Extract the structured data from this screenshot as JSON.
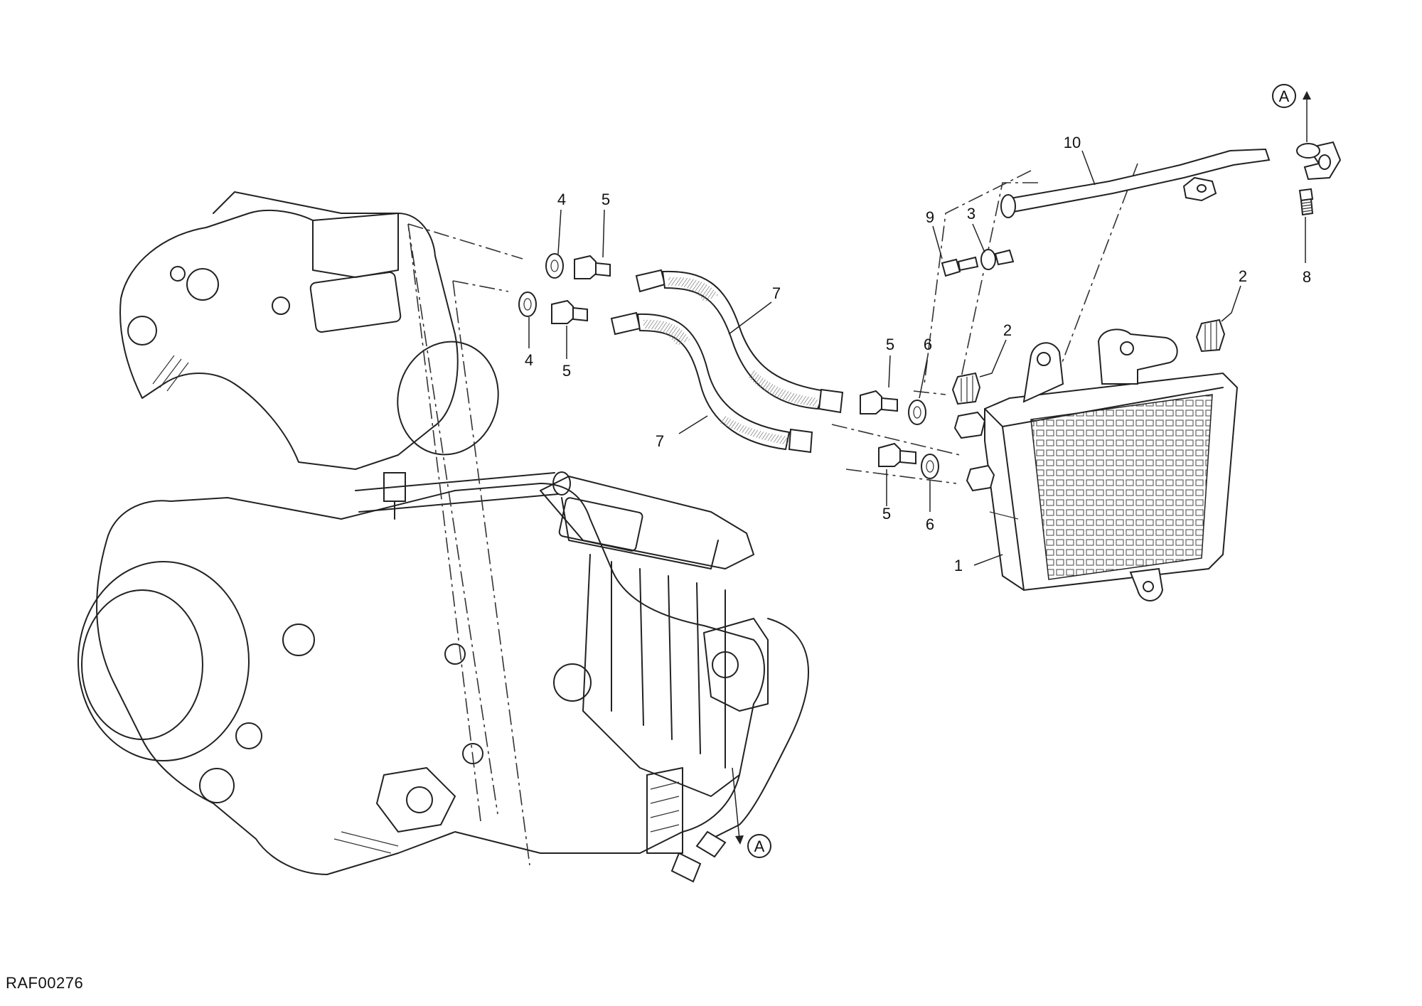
{
  "drawing": {
    "reference_code": "RAF00276",
    "connector_marks": [
      "A",
      "A"
    ],
    "callouts": [
      "1",
      "2",
      "2",
      "3",
      "4",
      "4",
      "5",
      "5",
      "5",
      "5",
      "6",
      "6",
      "7",
      "7",
      "8",
      "9",
      "10"
    ]
  }
}
